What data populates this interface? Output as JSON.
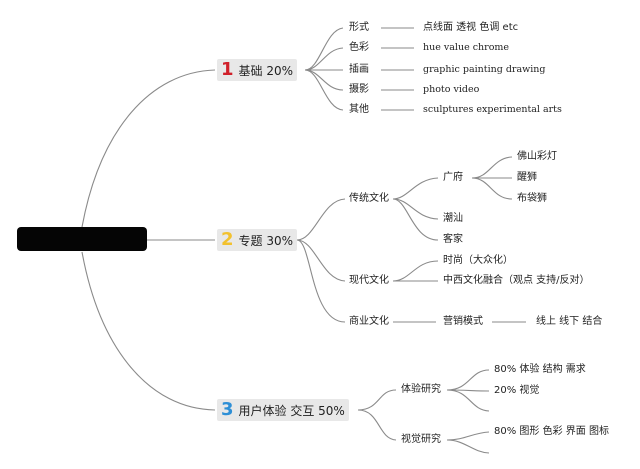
{
  "colors": {
    "line": "#8a8a8a",
    "root_fill": "#050505",
    "branch_bg": "#e8e8e8",
    "num1": "#d0202a",
    "num2": "#f2c12e",
    "num3": "#2e8fd6"
  },
  "root": {
    "label": ""
  },
  "branch1": {
    "num": "1",
    "label": "基础 20%",
    "items": [
      {
        "label": "形式",
        "detail": "点线面 透视 色调 etc"
      },
      {
        "label": "色彩",
        "detail": "hue value chrome"
      },
      {
        "label": "插画",
        "detail": "graphic painting drawing"
      },
      {
        "label": "摄影",
        "detail": "photo video"
      },
      {
        "label": "其他",
        "detail": "sculptures experimental arts"
      }
    ]
  },
  "branch2": {
    "num": "2",
    "label": "专题 30%",
    "traditional": {
      "label": "传统文化",
      "guangfu": {
        "label": "广府",
        "children": [
          "佛山彩灯",
          "醒狮",
          "布袋狮"
        ]
      },
      "chaoshan": "潮汕",
      "kejia": "客家"
    },
    "modern": {
      "label": "现代文化",
      "children": [
        "时尚（大众化）",
        "中西文化融合（观点 支持/反对）"
      ]
    },
    "commercial": {
      "label": "商业文化",
      "child": "营销模式",
      "grandchild": "线上 线下 结合"
    }
  },
  "branch3": {
    "num": "3",
    "label": "用户体验 交互 50%",
    "ux": {
      "label": "体验研究",
      "children": [
        "80% 体验 结构 需求",
        "20% 视觉"
      ]
    },
    "visual": {
      "label": "视觉研究",
      "children": [
        "80% 图形 色彩 界面 图标"
      ]
    }
  }
}
